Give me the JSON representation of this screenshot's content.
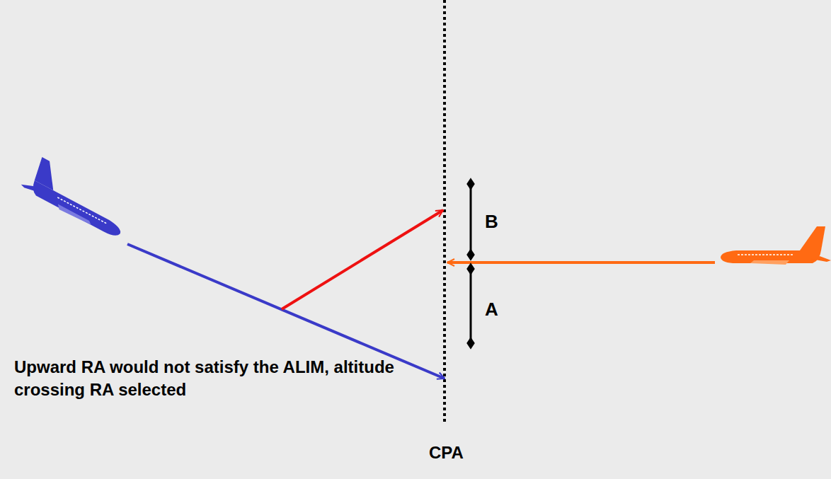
{
  "diagram": {
    "labels": [
      "B",
      "A",
      "Upward RA would not satisfy the ALIM, altitude crossing RA selected",
      "CPA"
    ]
  }
}
